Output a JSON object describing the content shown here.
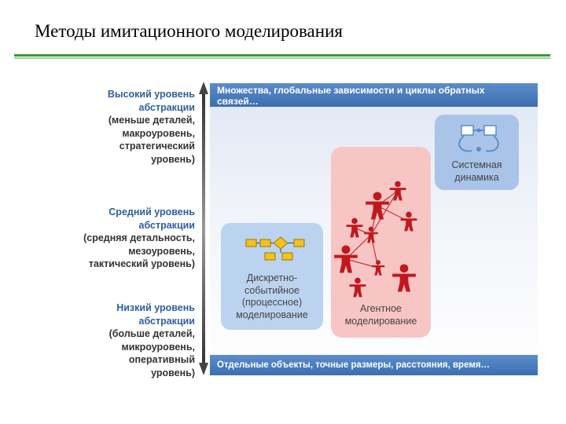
{
  "title": "Методы имитационного моделирования",
  "levels": [
    {
      "heading": [
        "Высокий уровень",
        "абстракции"
      ],
      "details": [
        "(меньше деталей,",
        "макроуровень,",
        "стратегический",
        "уровень)"
      ]
    },
    {
      "heading": [
        "Средний уровень",
        "абстракции"
      ],
      "details": [
        "(средняя детальность,",
        "мезоуровень,",
        "тактический уровень)"
      ]
    },
    {
      "heading": [
        "Низкий уровень",
        "абстракции"
      ],
      "details": [
        "(больше деталей,",
        "микроуровень,",
        "оперативный",
        "уровень)"
      ]
    }
  ],
  "top_band": [
    "Множества, глобальные зависимости и циклы обратных",
    "связей…"
  ],
  "bottom_band": "Отдельные объекты, точные размеры, расстояния, время…",
  "methods": {
    "system_dynamics": [
      "Системная",
      "динамика"
    ],
    "agent_based": [
      "Агентное",
      "моделирование"
    ],
    "discrete_event": [
      "Дискретно-",
      "событийное",
      "(процессное)",
      "моделирование"
    ]
  },
  "colors": {
    "band": "#4a7fc0",
    "panel_top": "#e9eef7",
    "system_dynamics_box": "#a9c4e8",
    "agent_box": "#f8c5c5",
    "discrete_box": "#bcd3ef",
    "agent_figure": "#c0191d",
    "heading": "#2f5e9e",
    "rule": "#3a9a3a"
  }
}
